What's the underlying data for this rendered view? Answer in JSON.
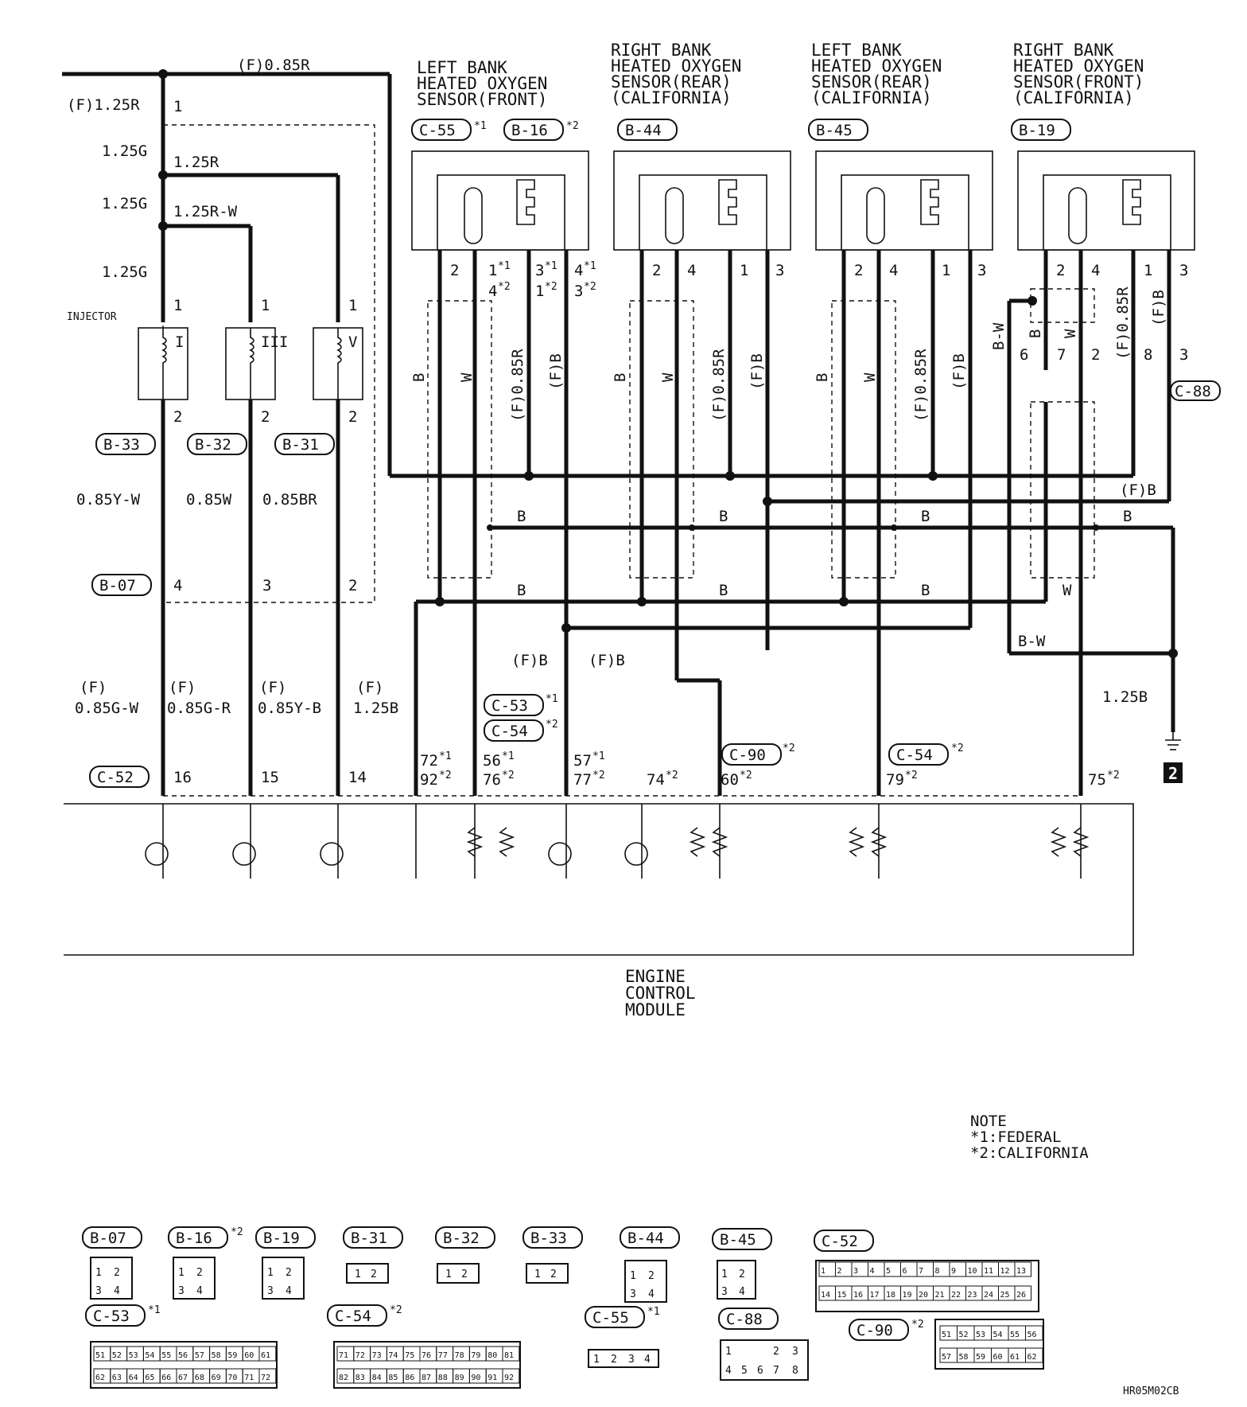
{
  "wire_labels": {
    "top_f085r": "(F)0.85R",
    "f125r": "(F)1.25R",
    "g1": "1.25G",
    "r1": "1.25R",
    "g2": "1.25G",
    "rw": "1.25R-W",
    "g3": "1.25G",
    "injector": "INJECTOR",
    "y_w": "0.85Y-W",
    "w": "0.85W",
    "br": "0.85BR",
    "f": "(F)",
    "g_w": "0.85G-W",
    "g_r": "0.85G-R",
    "y_b": "0.85Y-B",
    "b125": "1.25B",
    "b": "B",
    "wl": "W",
    "bw": "B-W",
    "fb": "(F)B",
    "f085r_v": "(F)0.85R",
    "ground_b": "1.25B"
  },
  "injector_marks": [
    "I",
    "III",
    "V"
  ],
  "sensors": [
    {
      "line1": "LEFT BANK",
      "line2": "HEATED OXYGEN",
      "line3": "SENSOR(FRONT)",
      "line4": "",
      "conn": "C-55",
      "conn_sup": "*1",
      "conn2": "B-16",
      "conn2_sup": "*2"
    },
    {
      "line1": "RIGHT BANK",
      "line2": "HEATED OXYGEN",
      "line3": "SENSOR(REAR)",
      "line4": "(CALIFORNIA)",
      "conn": "B-44"
    },
    {
      "line1": "LEFT BANK",
      "line2": "HEATED OXYGEN",
      "line3": "SENSOR(REAR)",
      "line4": "(CALIFORNIA)",
      "conn": "B-45"
    },
    {
      "line1": "RIGHT BANK",
      "line2": "HEATED OXYGEN",
      "line3": "SENSOR(FRONT)",
      "line4": "(CALIFORNIA)",
      "conn": "B-19"
    }
  ],
  "connectors": {
    "b33": "B-33",
    "b32": "B-32",
    "b31": "B-31",
    "b07": "B-07",
    "c52": "C-52",
    "c53": "C-53",
    "c54": "C-54",
    "c90": "C-90",
    "c88": "C-88",
    "c54b": "C-54"
  },
  "sup": {
    "s1": "*1",
    "s2": "*2"
  },
  "pins": {
    "p1": "1",
    "p2": "2",
    "p3": "3",
    "p4": "4",
    "p6": "6",
    "p7": "7",
    "p8": "8",
    "p16": "16",
    "p15": "15",
    "p14": "14",
    "p72": "72",
    "p92": "92",
    "p56": "56",
    "p76": "76",
    "p57": "57",
    "p77": "77",
    "p74": "74",
    "p60": "60",
    "p79": "79",
    "p75": "75"
  },
  "ground_number": "2",
  "ecm": {
    "line1": "ENGINE",
    "line2": "CONTROL",
    "line3": "MODULE"
  },
  "note": {
    "title": "NOTE",
    "n1": "*1:FEDERAL",
    "n2": "*2:CALIFORNIA"
  },
  "connector_views": [
    {
      "label": "B-07",
      "sup": ""
    },
    {
      "label": "B-16",
      "sup": "*2"
    },
    {
      "label": "B-19",
      "sup": ""
    },
    {
      "label": "B-31",
      "sup": ""
    },
    {
      "label": "B-32",
      "sup": ""
    },
    {
      "label": "B-33",
      "sup": ""
    },
    {
      "label": "B-44",
      "sup": ""
    },
    {
      "label": "B-45",
      "sup": ""
    },
    {
      "label": "C-52",
      "sup": ""
    },
    {
      "label": "C-53",
      "sup": "*1"
    },
    {
      "label": "C-54",
      "sup": "*2"
    },
    {
      "label": "C-55",
      "sup": "*1"
    },
    {
      "label": "C-88",
      "sup": ""
    },
    {
      "label": "C-90",
      "sup": "*2"
    }
  ],
  "pin_grids": {
    "quad": [
      "1",
      "2",
      "3",
      "4"
    ],
    "duo": [
      "1",
      "2"
    ],
    "c52_top": [
      "1",
      "2",
      "3",
      "4",
      "5",
      "6",
      "7",
      "8",
      "9",
      "10",
      "11",
      "12",
      "13"
    ],
    "c52_bot": [
      "14",
      "15",
      "16",
      "17",
      "18",
      "19",
      "20",
      "21",
      "22",
      "23",
      "24",
      "25",
      "26"
    ],
    "c53_top": [
      "51",
      "52",
      "53",
      "54",
      "55",
      "56",
      "57",
      "58",
      "59",
      "60",
      "61"
    ],
    "c53_bot": [
      "62",
      "63",
      "64",
      "65",
      "66",
      "67",
      "68",
      "69",
      "70",
      "71",
      "72"
    ],
    "c54_top": [
      "71",
      "72",
      "73",
      "74",
      "75",
      "76",
      "77",
      "78",
      "79",
      "80",
      "81"
    ],
    "c54_bot": [
      "82",
      "83",
      "84",
      "85",
      "86",
      "87",
      "88",
      "89",
      "90",
      "91",
      "92"
    ],
    "c55": [
      "1",
      "2",
      "3",
      "4"
    ],
    "c88_top": [
      "1",
      "2",
      "3"
    ],
    "c88_bot": [
      "4",
      "5",
      "6",
      "7",
      "8"
    ],
    "c90_top": [
      "51",
      "52",
      "53",
      "54",
      "55",
      "56"
    ],
    "c90_bot": [
      "57",
      "58",
      "59",
      "60",
      "61",
      "62"
    ]
  },
  "figure_code": "HR05M02CB"
}
